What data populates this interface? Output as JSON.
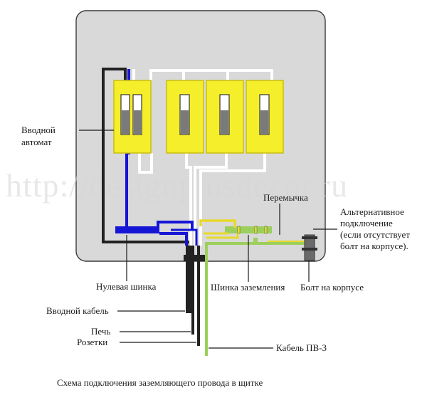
{
  "watermark": "http://designplusdecor.ru",
  "caption": "Схема подключения заземляющего провода в щитке",
  "labels": {
    "input_breaker_line1": "Вводной",
    "input_breaker_line2": "автомат",
    "jumper": "Перемычка",
    "alt_line1": "Альтернативное",
    "alt_line2": "подключение",
    "alt_line3": "(если отсутствует",
    "alt_line4": "болт на корпусе).",
    "neutral_bus": "Нулевая шинка",
    "ground_bus": "Шинка заземления",
    "bolt": "Болт на корпусе",
    "input_cable": "Вводной кабель",
    "stove": "Печь",
    "sockets": "Розетки",
    "pv3_cable": "Кабель ПВ-3"
  },
  "colors": {
    "panel": "#d9d9d9",
    "breaker": "#f5ee2a",
    "breaker_border": "#c9bd12",
    "neutral": "#1515d6",
    "phase": "#ffffff",
    "ground": "#9ccf5c",
    "jumper": "#e8d92a",
    "cable": "#222222",
    "bolt": "#555555"
  }
}
